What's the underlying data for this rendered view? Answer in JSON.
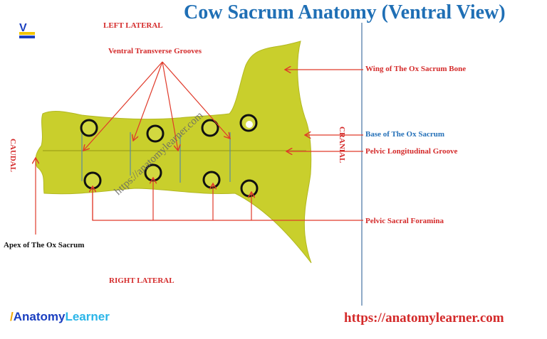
{
  "title": "Cow Sacrum Anatomy (Ventral View)",
  "orientation": {
    "left_lateral": "LEFT LATERAL",
    "right_lateral": "RIGHT LATERAL",
    "caudal": "CAUDAL",
    "cranial": "CRANIAL"
  },
  "labels": {
    "ventral_grooves": "Ventral Transverse Grooves",
    "wing": "Wing of The Ox Sacrum Bone",
    "base": "Base of The Ox Sacrum",
    "longitudinal_groove": "Pelvic Longitudinal Groove",
    "foramina": "Pelvic Sacral Foramina",
    "apex": "Apex of The Ox Sacrum"
  },
  "watermark": "https://anatomylearner.com",
  "website": "https://anatomylearner.com",
  "logo": {
    "part1": "Anatomy",
    "part2": "Learner"
  },
  "colors": {
    "bone": "#c9cf2c",
    "label_red": "#d42a2a",
    "label_blue": "#2470b8",
    "title": "#1f6fb5"
  }
}
